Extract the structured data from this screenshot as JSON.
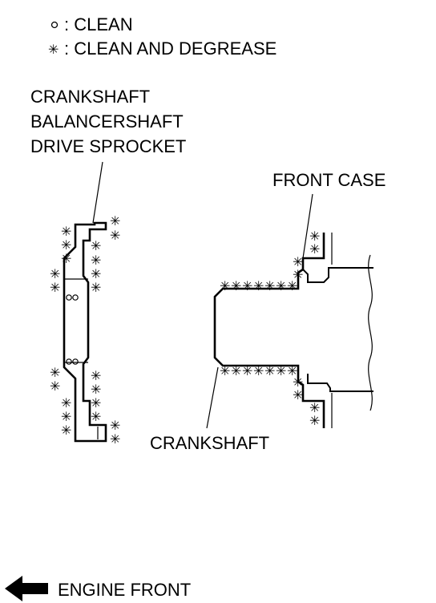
{
  "legend": {
    "clean_symbol": "○",
    "clean_text": ": CLEAN",
    "degrease_symbol": "✳",
    "degrease_text": ": CLEAN AND DEGREASE"
  },
  "labels": {
    "sprocket_line1": "CRANKSHAFT",
    "sprocket_line2": "BALANCERSHAFT",
    "sprocket_line3": "DRIVE SPROCKET",
    "front_case": "FRONT CASE",
    "crankshaft": "CRANKSHAFT"
  },
  "direction": {
    "label": "ENGINE FRONT",
    "arrow_icon": "left-arrow-icon"
  },
  "marks": {
    "asterisk": "✳",
    "circle": "○"
  }
}
